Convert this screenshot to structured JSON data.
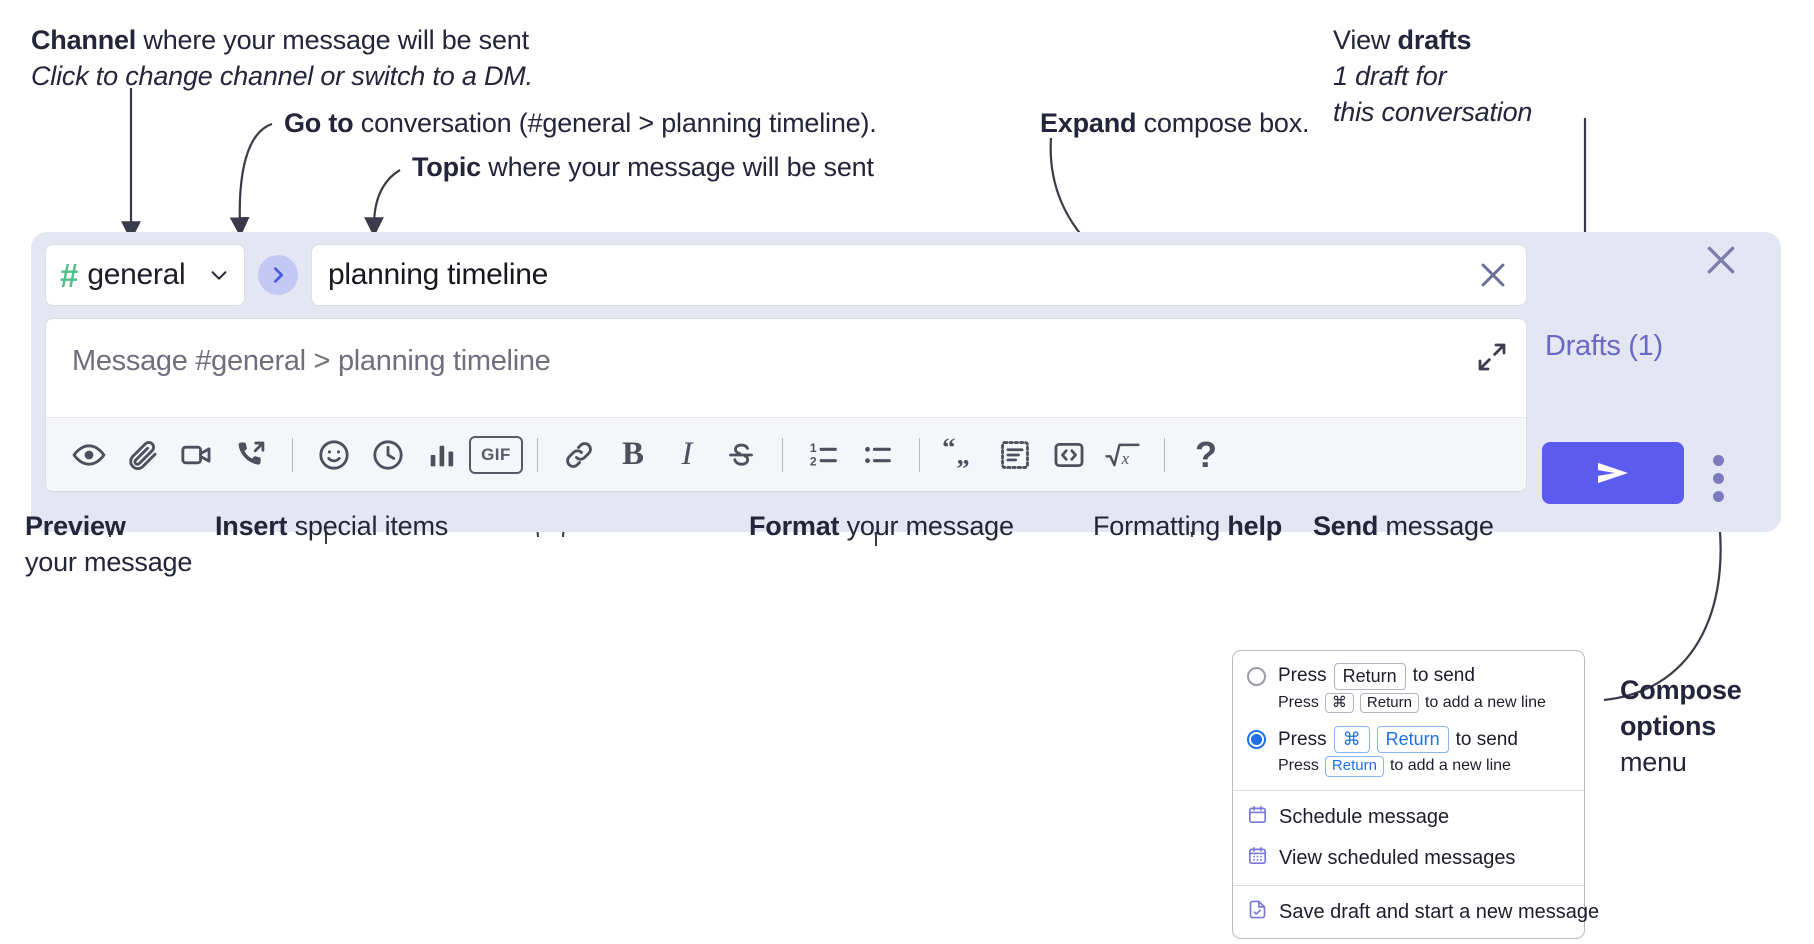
{
  "annotations": {
    "channel": {
      "line1_bold": "Channel",
      "line1_rest": " where your message will be sent",
      "line2_italic": "Click to change channel or switch to a DM."
    },
    "goto": {
      "bold": "Go to",
      "rest": " conversation (#general > planning timeline)."
    },
    "topic": {
      "bold": "Topic",
      "rest": " where your message will be sent"
    },
    "expand": {
      "bold": "Expand",
      "rest": " compose box."
    },
    "drafts": {
      "line1_plain": "View ",
      "line1_bold": "drafts",
      "line2_italic": "1 draft for",
      "line3_italic": "this conversation"
    },
    "preview": {
      "bold": "Preview",
      "rest": "your message"
    },
    "insert": {
      "bold": "Insert",
      "rest": " special items"
    },
    "format": {
      "bold": "Format",
      "rest": " your message"
    },
    "formatting_help": {
      "plain": "Formatting ",
      "bold": "help"
    },
    "send": {
      "bold": "Send",
      "rest": " message"
    },
    "compose_options": {
      "bold1": "Compose",
      "bold2": "options",
      "rest": "menu"
    }
  },
  "compose": {
    "channel_name": "general",
    "channel_hash": "#",
    "topic_value": "planning timeline",
    "message_placeholder": "Message #general > planning timeline",
    "drafts_label": "Drafts (1)",
    "toolbar": [
      {
        "name": "preview-icon",
        "label": "Preview"
      },
      {
        "name": "attachment-icon",
        "label": "Attach file"
      },
      {
        "name": "video-icon",
        "label": "Video clip"
      },
      {
        "name": "audio-call-icon",
        "label": "Audio clip"
      },
      {
        "name": "emoji-icon",
        "label": "Emoji"
      },
      {
        "name": "clock-icon",
        "label": "Reminder"
      },
      {
        "name": "poll-icon",
        "label": "Poll"
      },
      {
        "name": "gif-icon",
        "label": "GIF"
      },
      {
        "name": "link-icon",
        "label": "Link"
      },
      {
        "name": "bold-icon",
        "label": "B"
      },
      {
        "name": "italic-icon",
        "label": "I"
      },
      {
        "name": "strikethrough-icon",
        "label": "S"
      },
      {
        "name": "ordered-list-icon",
        "label": "Ordered list"
      },
      {
        "name": "bulleted-list-icon",
        "label": "Bulleted list"
      },
      {
        "name": "blockquote-icon",
        "label": "Blockquote"
      },
      {
        "name": "code-block-icon",
        "label": "Code block"
      },
      {
        "name": "code-icon",
        "label": "Code"
      },
      {
        "name": "math-icon",
        "label": "Math"
      },
      {
        "name": "help-icon",
        "label": "?"
      }
    ]
  },
  "menu": {
    "option1": {
      "press": "Press",
      "key": "Return",
      "to_send": "to send",
      "sub_press": "Press",
      "sub_key1": "⌘",
      "sub_key2": "Return",
      "sub_tail": "to add a new line",
      "selected": false
    },
    "option2": {
      "press": "Press",
      "key1": "⌘",
      "key2": "Return",
      "to_send": "to send",
      "sub_press": "Press",
      "sub_key": "Return",
      "sub_tail": "to add a new line",
      "selected": true
    },
    "items": [
      {
        "icon": "calendar-icon",
        "label": "Schedule message"
      },
      {
        "icon": "calendar-grid-icon",
        "label": "View scheduled messages"
      },
      {
        "icon": "save-draft-icon",
        "label": "Save draft and start a new message"
      }
    ]
  },
  "colors": {
    "accent_purple": "#5b5bef",
    "compose_bg": "#e5e6f3",
    "hash_green": "#4fc08a",
    "drafts_text": "#6b68c4",
    "radio_blue": "#1f6feb"
  }
}
